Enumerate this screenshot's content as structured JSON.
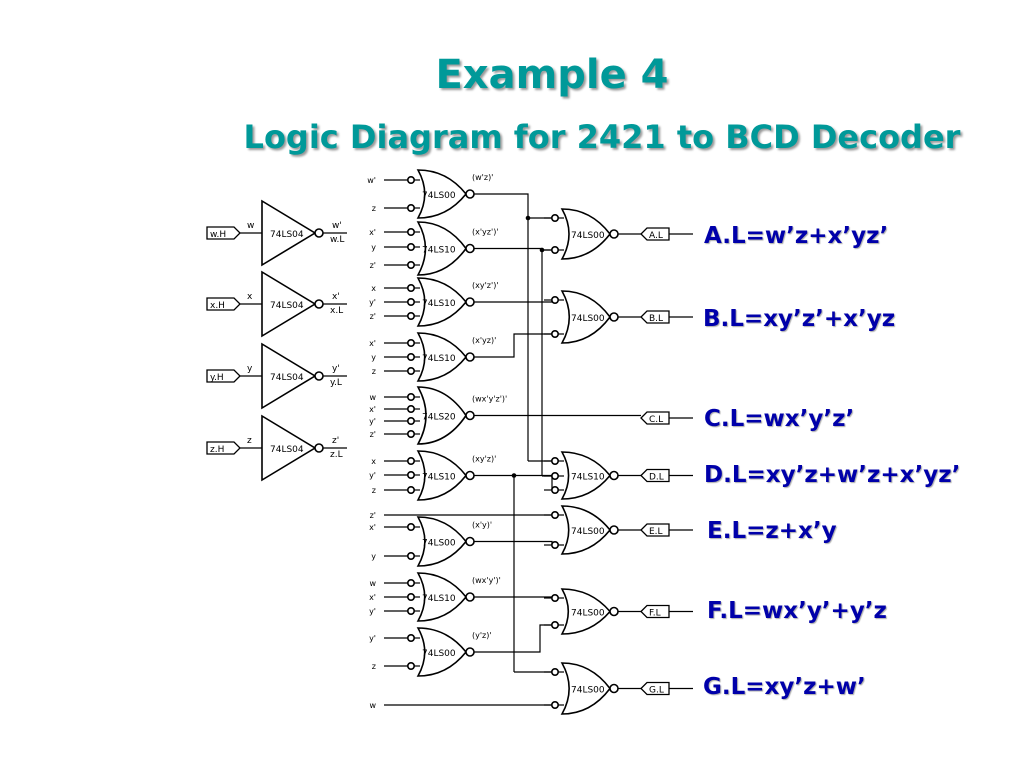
{
  "slide": {
    "title": "Example 4",
    "subtitle": "Logic Diagram for 2421 to BCD Decoder"
  },
  "inverters": [
    {
      "input": "w.H",
      "in_label": "w",
      "part": "74LS04",
      "out1": "w'",
      "out2": "w.L"
    },
    {
      "input": "x.H",
      "in_label": "x",
      "part": "74LS04",
      "out1": "x'",
      "out2": "x.L"
    },
    {
      "input": "y.H",
      "in_label": "y",
      "part": "74LS04",
      "out1": "y'",
      "out2": "y.L"
    },
    {
      "input": "z.H",
      "in_label": "z",
      "part": "74LS04",
      "out1": "z'",
      "out2": "z.L"
    }
  ],
  "first_level_gates": [
    {
      "part": "74LS00",
      "inputs": [
        "w'",
        "z"
      ],
      "output": "(w'z)'"
    },
    {
      "part": "74LS10",
      "inputs": [
        "x'",
        "y",
        "z'"
      ],
      "output": "(x'yz')'"
    },
    {
      "part": "74LS10",
      "inputs": [
        "x",
        "y'",
        "z'"
      ],
      "output": "(xy'z')'"
    },
    {
      "part": "74LS10",
      "inputs": [
        "x'",
        "y",
        "z"
      ],
      "output": "(x'yz)'"
    },
    {
      "part": "74LS20",
      "inputs": [
        "w",
        "x'",
        "y'",
        "z'"
      ],
      "output": "(wx'y'z')'"
    },
    {
      "part": "74LS10",
      "inputs": [
        "x",
        "y'",
        "z"
      ],
      "output": "(xy'z)'"
    },
    {
      "part": "74LS00",
      "inputs": [
        "x'",
        "y"
      ],
      "output": "(x'y)'"
    },
    {
      "part": "74LS10",
      "inputs": [
        "w",
        "x'",
        "y'"
      ],
      "output": "(wx'y')'"
    },
    {
      "part": "74LS00",
      "inputs": [
        "y'",
        "z"
      ],
      "output": "(y'z)'"
    }
  ],
  "direct_inputs": [
    "z'",
    "w"
  ],
  "output_gates": [
    {
      "part": "74LS00",
      "output": "A.L"
    },
    {
      "part": "74LS00",
      "output": "B.L"
    },
    {
      "part": "",
      "output": "C.L"
    },
    {
      "part": "74LS10",
      "output": "D.L"
    },
    {
      "part": "74LS00",
      "output": "E.L"
    },
    {
      "part": "74LS00",
      "output": "F.L"
    },
    {
      "part": "74LS00",
      "output": "G.L"
    }
  ],
  "equations": [
    "A.L=w’z+x’yz’",
    "B.L=xy’z’+x’yz",
    "C.L=wx’y’z’",
    "D.L=xy’z+w’z+x’yz’",
    "E.L=z+x’y",
    "F.L=wx’y’+y’z",
    "G.L=xy’z+w’"
  ]
}
